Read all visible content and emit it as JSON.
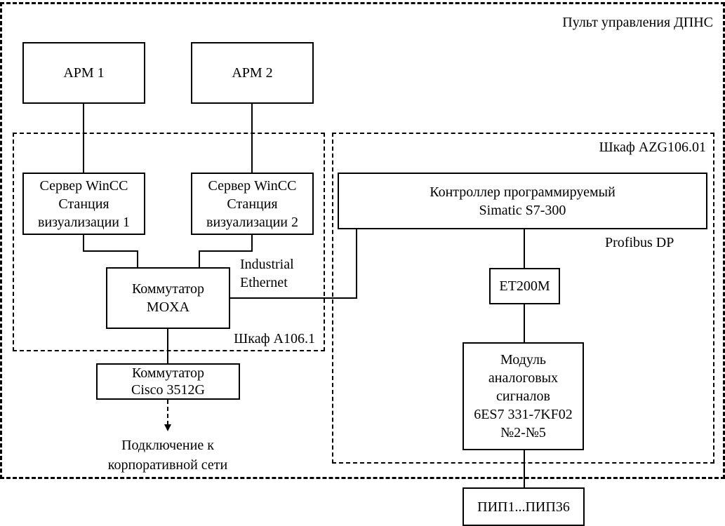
{
  "zones": {
    "outer": "Пульт управления ДПНС",
    "cabinet_a106": "Шкаф А106.1",
    "cabinet_azg": "Шкаф AZG106.01"
  },
  "boxes": {
    "arm1": [
      "АРМ 1"
    ],
    "arm2": [
      "АРМ 2"
    ],
    "server1": [
      "Сервер WinCC",
      "Станция",
      "визуализации 1"
    ],
    "server2": [
      "Сервер WinCC",
      "Станция",
      "визуализации 2"
    ],
    "moxa": [
      "Коммутатор",
      "MOXA"
    ],
    "cisco": [
      "Коммутатор",
      "Cisco 3512G"
    ],
    "plc": [
      "Контроллер программируемый",
      "Simatic S7-300"
    ],
    "et200m": [
      "ET200M"
    ],
    "ai_module": [
      "Модуль",
      "аналоговых",
      "сигналов",
      "6ES7 331-7KF02",
      "№2-№5"
    ],
    "sensors": [
      "ПИП1...ПИП36"
    ]
  },
  "labels": {
    "industrial_ethernet": [
      "Industrial",
      "Ethernet"
    ],
    "profibus": "Profibus DP",
    "corporate_network": [
      "Подключение к",
      "корпоративной сети"
    ]
  }
}
